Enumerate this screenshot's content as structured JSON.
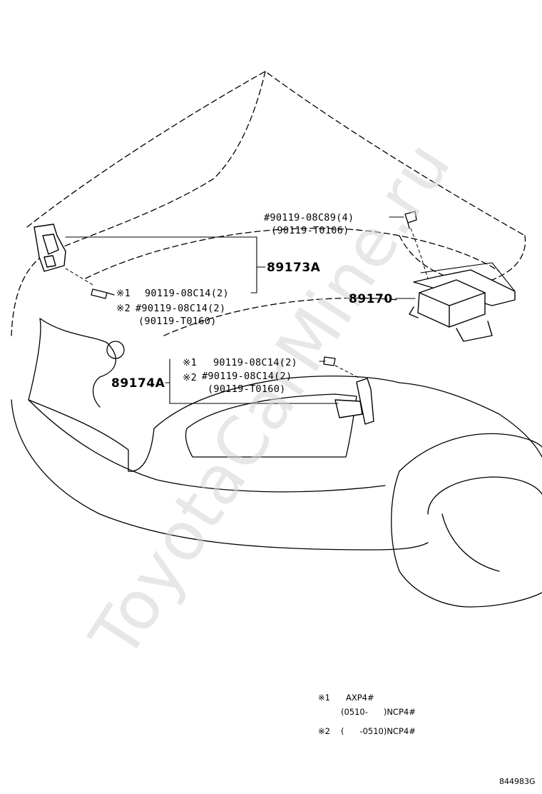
{
  "watermark": "ToyotaCarMine.ru",
  "callouts": {
    "p89173a": "89173A",
    "p89170": "89170",
    "p89174a": "89174A"
  },
  "bolts": {
    "b1": "#90119-08C89(4)",
    "b1_alt": "(90119-T0106)",
    "b2_mark": "※1",
    "b2": "90119-08C14(2)",
    "b3_mark": "※2",
    "b3": "#90119-08C14(2)",
    "b3_alt": "(90119-T0160)",
    "b4_mark": "※1",
    "b4": "90119-08C14(2)",
    "b5_mark": "※2",
    "b5": "#90119-08C14(2)",
    "b5_alt": "(90119-T0160)"
  },
  "notes": {
    "n1_mark": "※1",
    "n1_line1": "AXP4#",
    "n1_line2": "(0510-      )NCP4#",
    "n2_mark": "※2",
    "n2_line1": "(      -0510)NCP4#"
  },
  "reference": "844983G"
}
